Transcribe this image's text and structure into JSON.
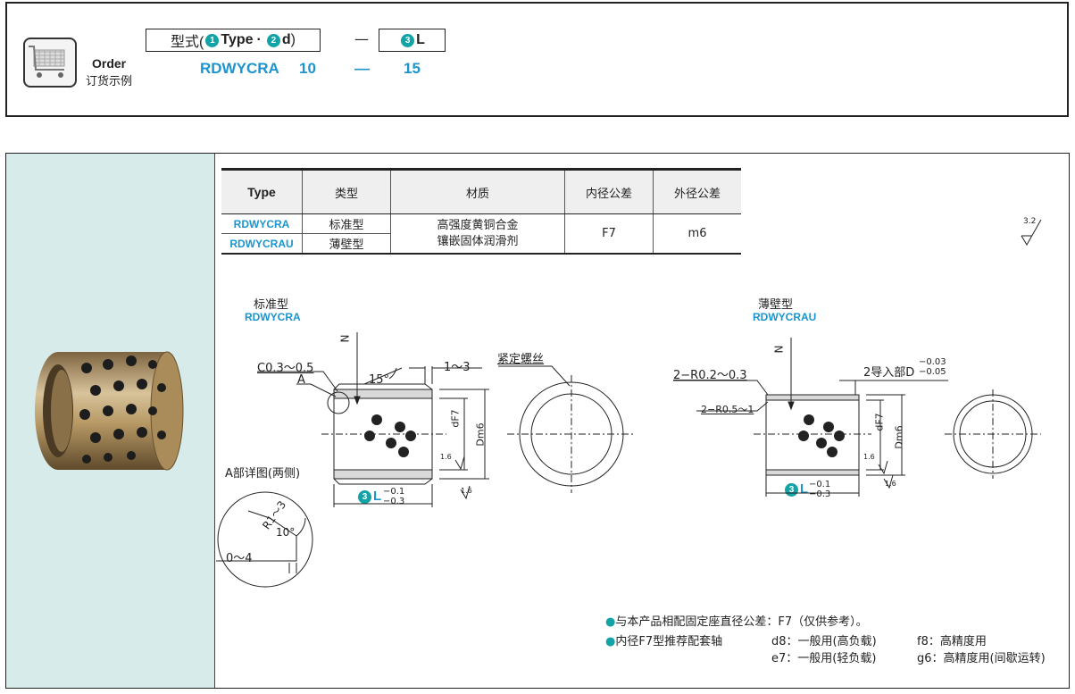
{
  "order": {
    "label_en": "Order",
    "label_zh": "订货示例",
    "format_prefix": "型式(",
    "type_label": "Type",
    "separator_dot": "·",
    "d_label": "d",
    "format_suffix": ")",
    "dash": "—",
    "l_label": "L",
    "circle_1": "1",
    "circle_2": "2",
    "circle_3": "3",
    "example_type": "RDWYCRA",
    "example_d": "10",
    "example_dash": "—",
    "example_l": "15"
  },
  "table": {
    "headers": [
      "Type",
      "类型",
      "材质",
      "内径公差",
      "外径公差"
    ],
    "rows": [
      {
        "type": "RDWYCRA",
        "kind": "标准型"
      },
      {
        "type": "RDWYCRAU",
        "kind": "薄壁型"
      }
    ],
    "material_line1": "高强度黄铜合金",
    "material_line2": "镶嵌固体润滑剂",
    "inner_tol": "F7",
    "outer_tol": "m6"
  },
  "surface_roughness": "3.2",
  "drawing_std": {
    "title": "标准型",
    "code": "RDWYCRA",
    "chamfer": "C0.3～0.5",
    "point_a": "A",
    "angle": "15°",
    "taper_len": "1～3",
    "setscrew": "紧定螺丝",
    "n_label": "N",
    "d_tol": "dF7",
    "outer_d": "Dm6",
    "rough": "1.6",
    "l_tol_upper": "−0.1",
    "l_tol_lower": "−0.3",
    "detail_title": "A部详图(两侧)",
    "radius": "R1～3",
    "detail_angle": "10°",
    "detail_len": "0～4"
  },
  "drawing_thin": {
    "title": "薄壁型",
    "code": "RDWYCRAU",
    "n_label": "N",
    "r_inner": "2−R0.2～0.3",
    "r_outer": "2−R0.5～1",
    "guide": "2导入部D",
    "guide_upper": "−0.03",
    "guide_lower": "−0.05",
    "d_tol": "dF7",
    "outer_d": "Dm6",
    "rough": "1.6",
    "l_tol_upper": "−0.1",
    "l_tol_lower": "−0.3"
  },
  "notes": {
    "note1": "与本产品相配固定座直径公差：F7（仅供参考）。",
    "note2": "内径F7型推荐配套轴",
    "d8": "d8：一般用(高负载)",
    "f8": "f8：高精度用",
    "e7": "e7：一般用(轻负载)",
    "g6": "g6：高精度用(间歇运转)"
  },
  "colors": {
    "accent": "#1a95cf",
    "teal": "#12a3a6",
    "panel": "#d8ebeb"
  }
}
